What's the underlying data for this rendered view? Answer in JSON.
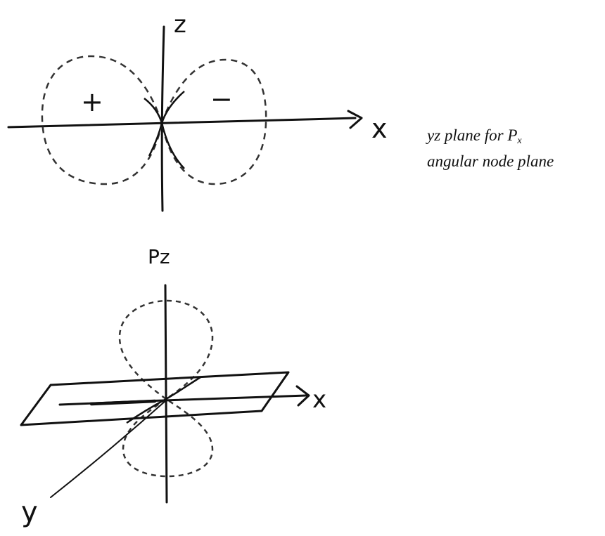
{
  "top_diagram": {
    "z_label": "z",
    "x_label": "x",
    "plus_sign": "+",
    "minus_sign": "−"
  },
  "caption": {
    "line1_prefix": "yz plane for P",
    "line1_subscript": "x",
    "line2": "angular node plane"
  },
  "bottom_diagram": {
    "title": "Pz",
    "x_label": "x",
    "y_label": "y"
  },
  "colors": {
    "ink": "#111111",
    "dashed_ink": "#333333",
    "background": "#ffffff"
  }
}
